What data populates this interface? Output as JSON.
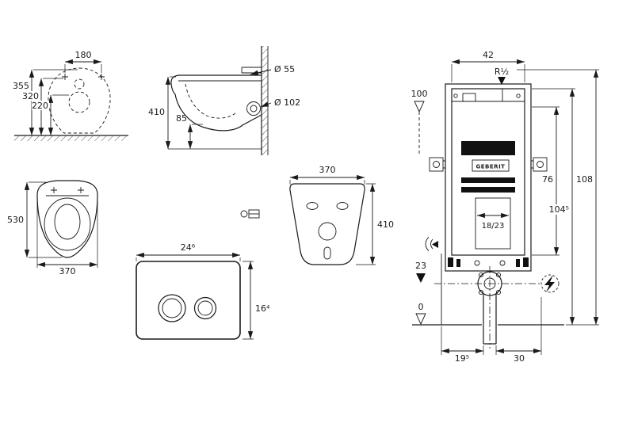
{
  "meta": {
    "drawing_type": "wall-hung toilet installation technical drawing",
    "brand": "GEBERIT",
    "line_color": "#1a1a1a",
    "background": "#ffffff"
  },
  "views": {
    "top_view": {
      "label": "toilet top view",
      "dims": {
        "w": "180",
        "d1": "355",
        "d2": "320",
        "d3": "220"
      }
    },
    "side_view": {
      "label": "toilet side view",
      "dims": {
        "inlet": "Ø 55",
        "h": "410",
        "rim": "85",
        "outlet": "Ø 102"
      }
    },
    "front_view": {
      "label": "toilet front view",
      "dims": {
        "h": "530",
        "w": "370"
      }
    },
    "gasket": {
      "label": "sound insulation gasket",
      "dims": {
        "w": "370",
        "h": "410"
      }
    },
    "flush_plate": {
      "label": "dual flush actuator plate",
      "dims": {
        "w": "24⁶",
        "h": "16⁴"
      }
    },
    "frame": {
      "label": "concealed cistern installation frame",
      "brand": "GEBERIT",
      "dims": {
        "top_w": "42",
        "inlet": "R½",
        "level_top": "100",
        "h_mid": "76",
        "h_total": "108",
        "h_alt": "104⁵",
        "shaft": "18/23",
        "outlet_level": "23",
        "level_floor": "0",
        "off_wall": "19⁵",
        "off_axis": "30"
      }
    }
  }
}
